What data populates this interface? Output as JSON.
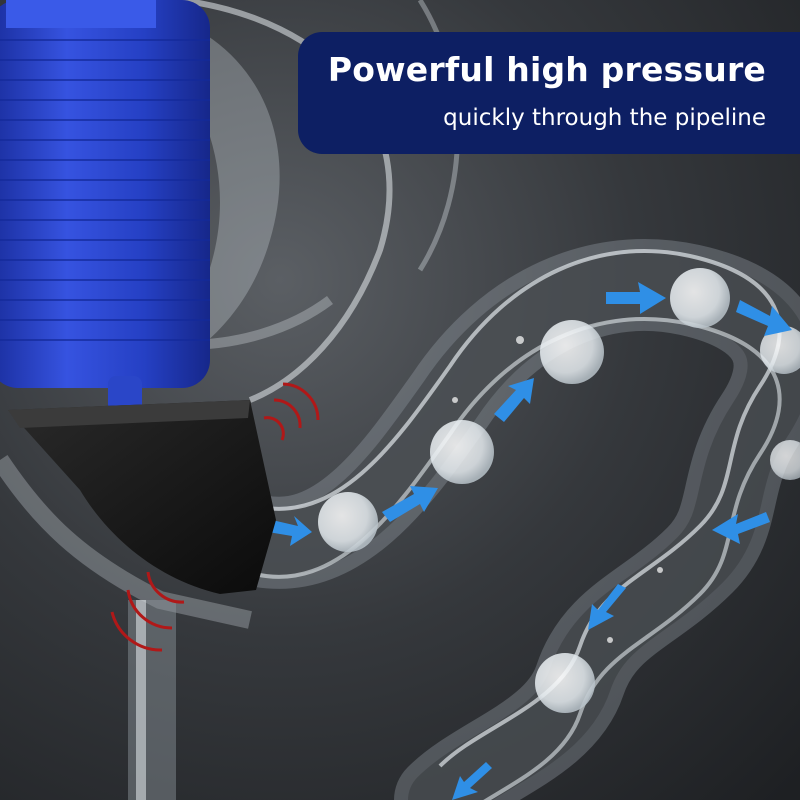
{
  "banner": {
    "title": "Powerful high pressure",
    "subtitle": "quickly through the pipeline"
  },
  "colors": {
    "banner_bg": "#0d1f63",
    "background": "#2a2c2f",
    "plunger_body": "#2a46c8",
    "plunger_cup": "#151515",
    "arrow": "#2f8fe6",
    "pressure_waves": "#b01818"
  },
  "icons": [
    "plunger-icon",
    "water-pipe",
    "flow-arrow",
    "pressure-wave",
    "air-bubble"
  ]
}
